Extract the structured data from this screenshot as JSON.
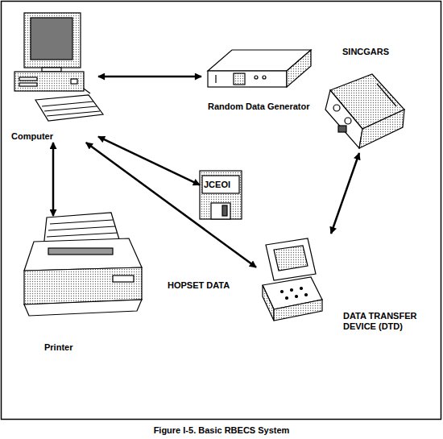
{
  "diagram": {
    "caption": "Figure I-5. Basic RBECS System",
    "nodes": [
      {
        "text": [
          "Computer"
        ]
      },
      {
        "text": [
          "Random Data Generator"
        ]
      },
      {
        "text": [
          "JCEOI"
        ]
      },
      {
        "text": [
          "Printer"
        ]
      },
      {
        "text": [
          "SINCGARS"
        ]
      },
      {
        "text": [
          "DATA TRANSFER DEVICE (DTD)"
        ]
      }
    ],
    "edges": [
      {
        "from": 0,
        "to": 1,
        "arrow": "both"
      },
      {
        "from": 0,
        "to": 2,
        "arrow": "both"
      },
      {
        "from": 0,
        "to": 3,
        "arrow": "both"
      },
      {
        "from": 0,
        "to": 5,
        "label": "HOPSET DATA",
        "arrow": "both"
      },
      {
        "from": 5,
        "to": 4,
        "arrow": "both"
      }
    ]
  }
}
